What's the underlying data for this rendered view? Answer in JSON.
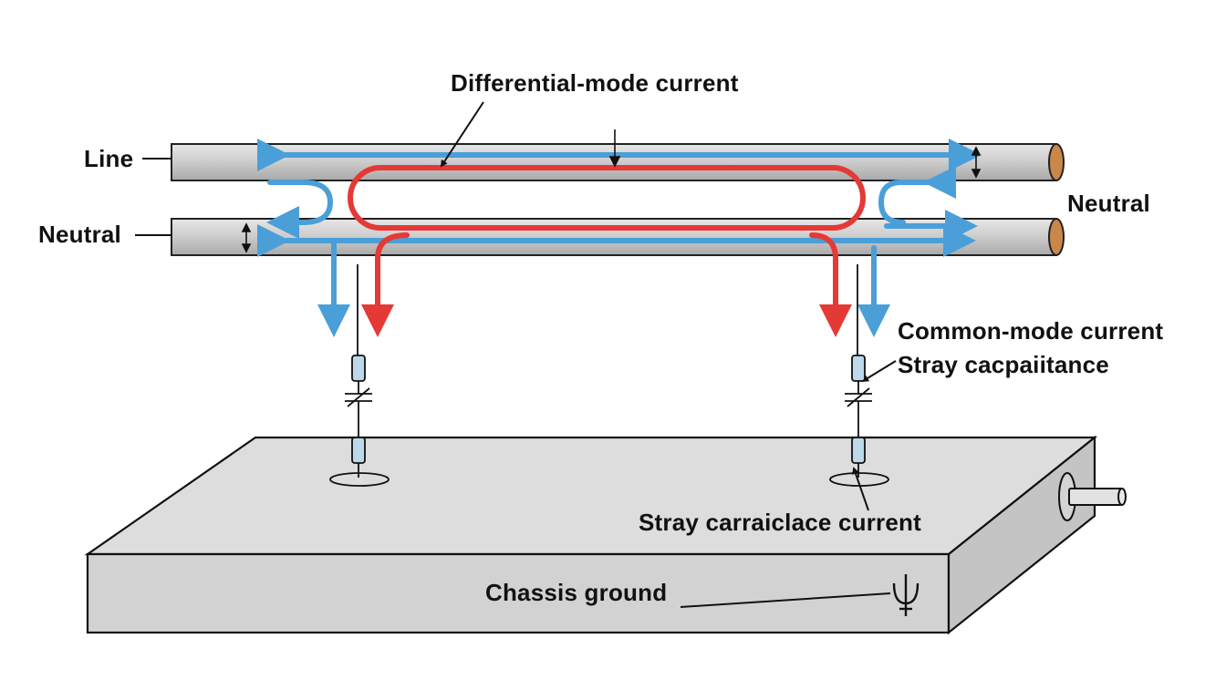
{
  "labels": {
    "differential_mode": "Differential-mode current",
    "line": "Line",
    "neutral_left": "Neutral",
    "neutral_right": "Neutral",
    "common_mode": "Common-mode current",
    "stray_capacitance": "Stray cacpaiitance",
    "stray_current": "Stray carraiclace current",
    "chassis_ground": "Chassis ground"
  },
  "colors": {
    "differential_current": "#e53935",
    "common_current": "#4a9fd8",
    "conductor": "#cfcfcf",
    "chassis": "#dcdcdc",
    "outline": "#111111"
  },
  "icons": {
    "ground": "chassis-ground-symbol",
    "capacitor": "capacitor-symbol"
  }
}
